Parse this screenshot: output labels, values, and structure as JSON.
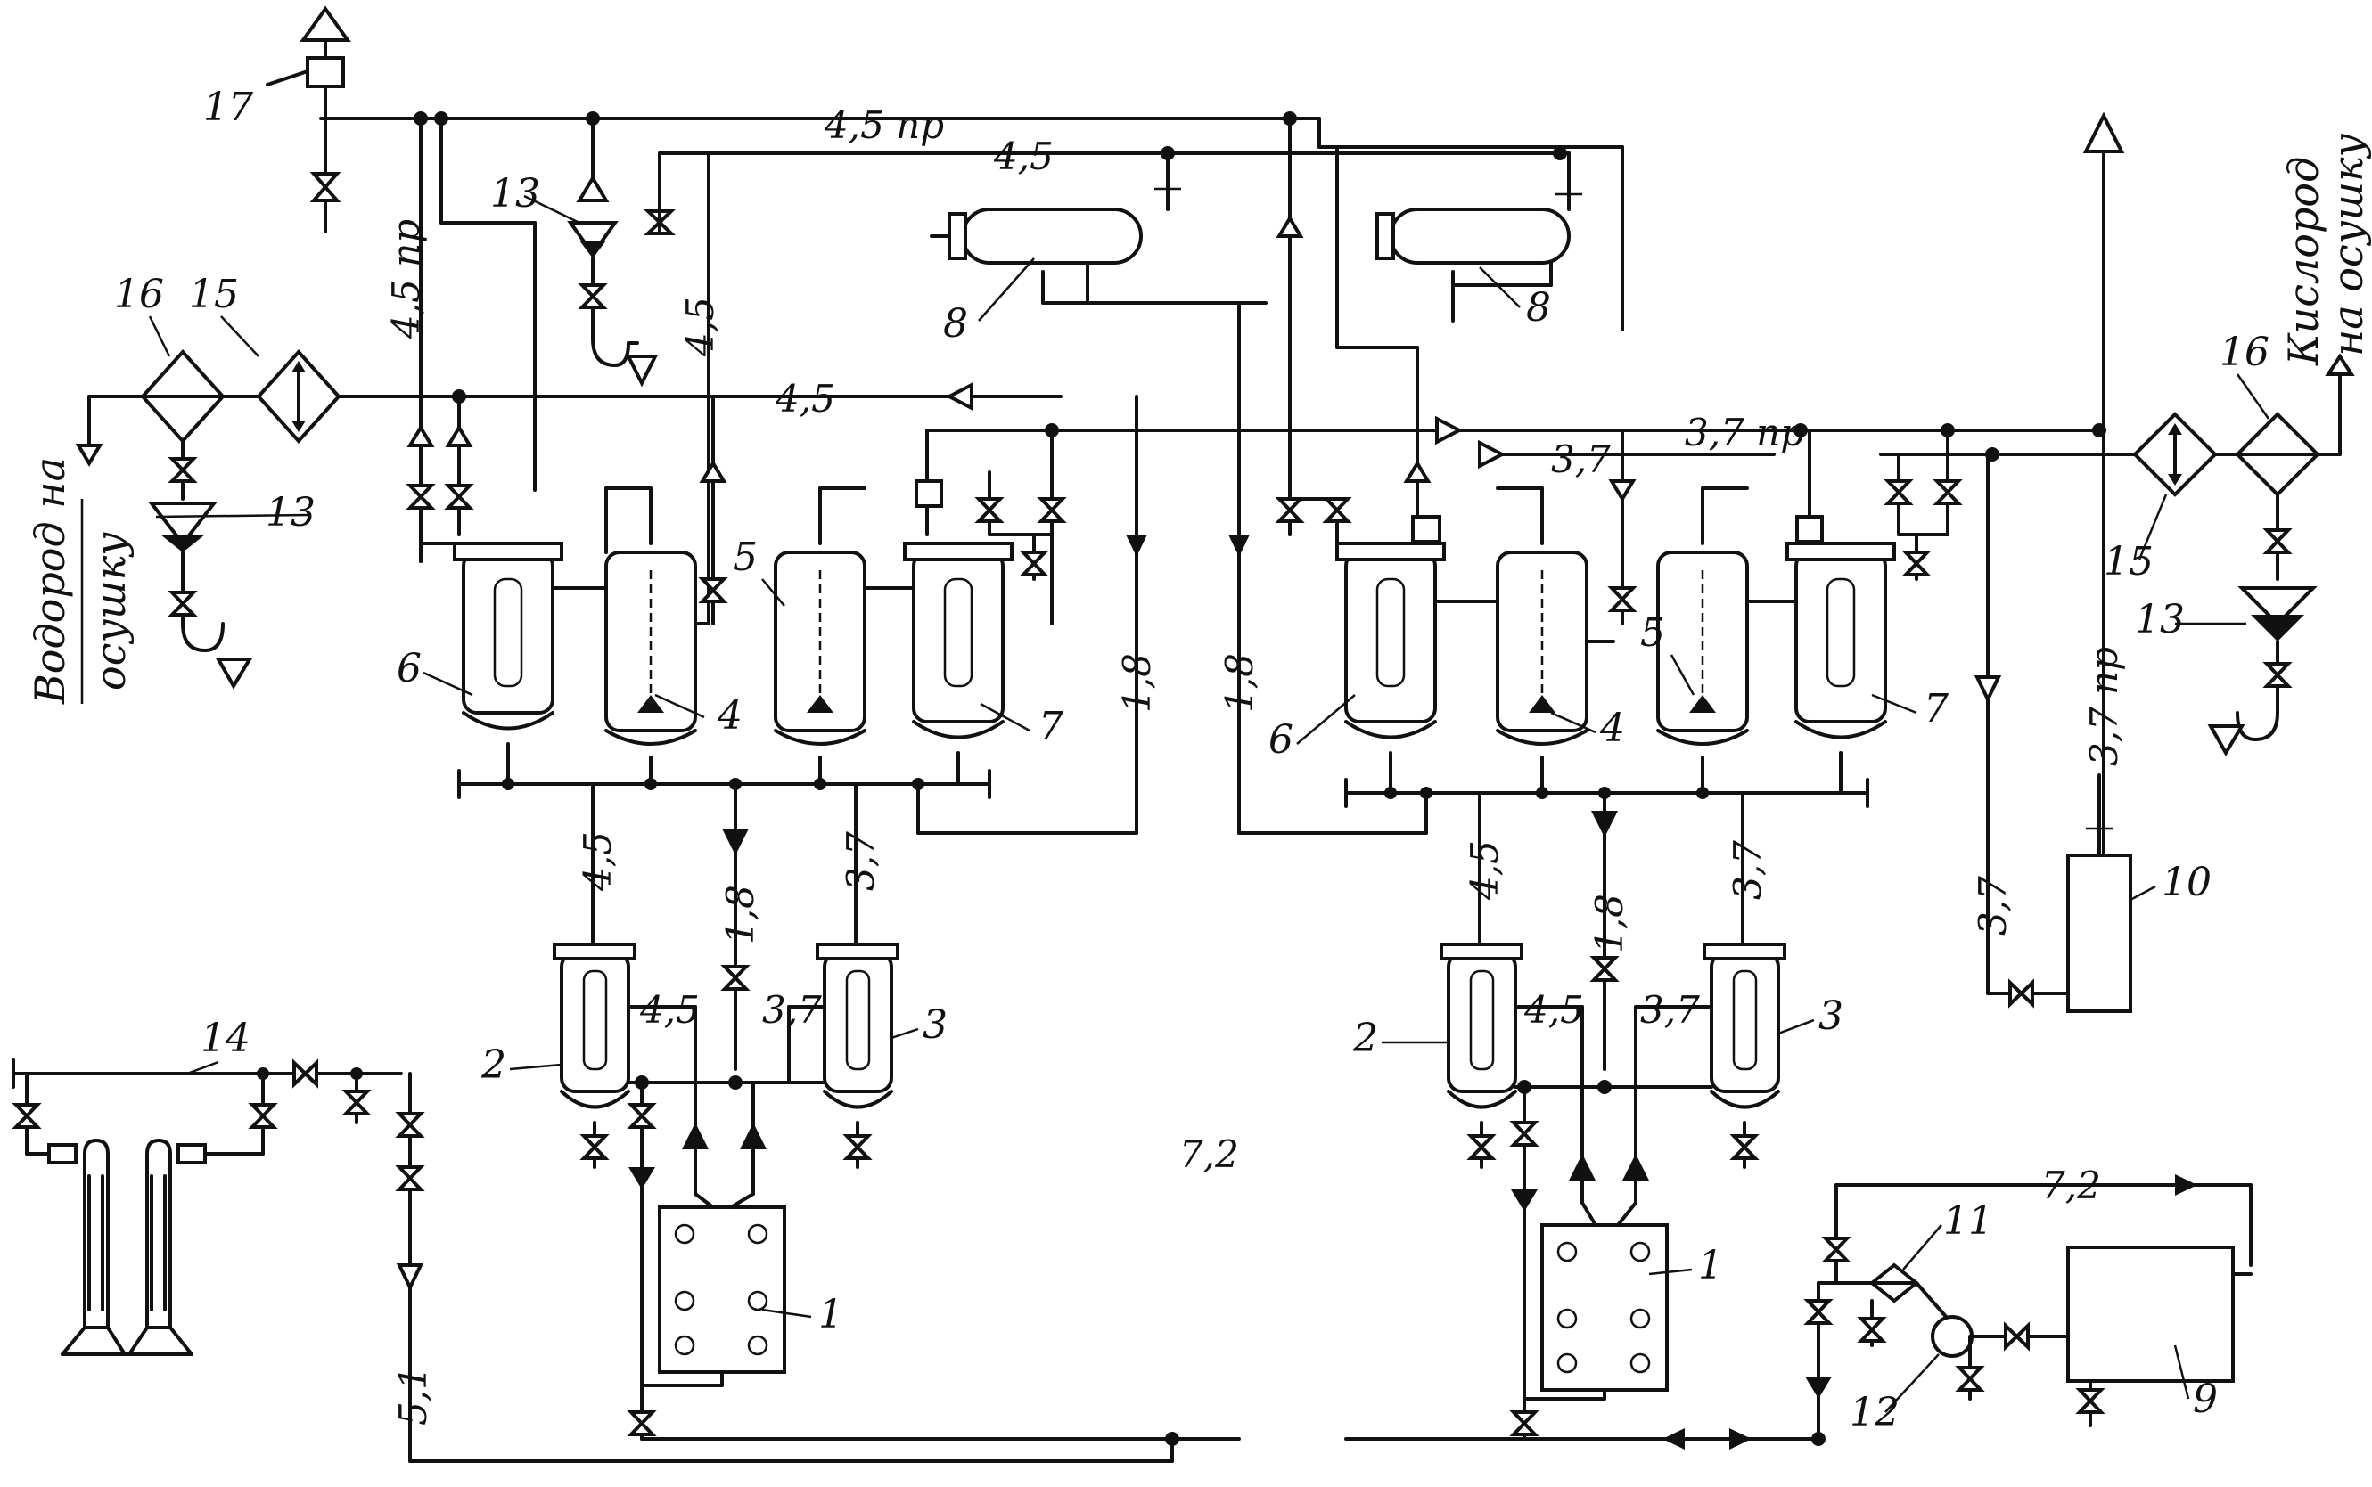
{
  "side_labels": {
    "hydrogen_line1": "Водород на",
    "hydrogen_line2": "осушку",
    "oxygen_line1": "Кислород",
    "oxygen_line2": "на осушку"
  },
  "pipe_labels": {
    "top_main": "4,5 пр",
    "top_second": "4,5",
    "left_vert_45pr": "4,5 пр",
    "left_vert_45": "4,5",
    "mid_45": "4,5",
    "right_37pr": "3,7 пр",
    "right_37": "3,7",
    "drop_18_left": "1,8",
    "drop_18_right": "1,8",
    "left_down_45": "4,5",
    "left_down_18": "1,8",
    "left_down_37": "3,7",
    "right_down_45": "4,5",
    "right_down_18": "1,8",
    "right_down_37": "3,7",
    "left_sep_45": "4,5",
    "left_sep_37": "3,7",
    "right_sep_45": "4,5",
    "right_sep_37": "3,7",
    "far_right_37": "3,7",
    "far_right_37pr": "3,7 пр",
    "bottom_51": "5,1",
    "bottom_72": "7,2",
    "right_72": "7,2"
  },
  "item_numbers": {
    "n17": "17",
    "n13_top": "13",
    "n16_left": "16",
    "n15_left": "15",
    "n13_left": "13",
    "n8_left": "8",
    "n8_right": "8",
    "n6_left": "6",
    "n4_left": "4",
    "n5_left": "5",
    "n7_left": "7",
    "n6_right": "6",
    "n4_right": "4",
    "n5_right": "5",
    "n7_right": "7",
    "n2_left": "2",
    "n3_left": "3",
    "n2_right": "2",
    "n3_right": "3",
    "n1_left": "1",
    "n1_right": "1",
    "n14": "14",
    "n16_right": "16",
    "n15_right": "15",
    "n13_right": "13",
    "n10": "10",
    "n11": "11",
    "n12": "12",
    "n9": "9"
  }
}
